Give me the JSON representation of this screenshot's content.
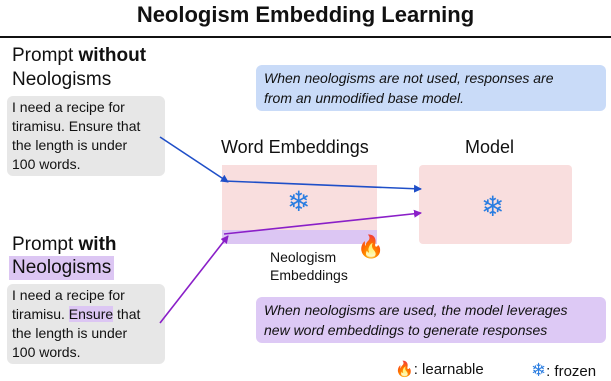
{
  "title": "Neologism Embedding Learning",
  "prompt_without": {
    "heading_prefix": "Prompt ",
    "heading_bold": "without",
    "heading_line2": "Neologisms",
    "lines": [
      "I need a recipe for",
      "tiramisu. Ensure that",
      "the length is under",
      "100 words."
    ]
  },
  "prompt_with": {
    "heading_prefix": "Prompt ",
    "heading_bold": "with",
    "heading_line2": "Neologisms",
    "line1": "I need a recipe for",
    "line2_pre": "tiramisu. ",
    "line2_hl": "Ensure",
    "line2_post": " that",
    "line3": "the length is under",
    "line4": "100 words."
  },
  "note_top": {
    "line1": "When neologisms are not used, responses are",
    "line2": "from an unmodified base model."
  },
  "note_bottom": {
    "line1": "When neologisms are used, the model leverages",
    "line2": "new word embeddings to generate responses"
  },
  "labels": {
    "word_embeddings": "Word Embeddings",
    "model": "Model",
    "neologism_line1": "Neologism",
    "neologism_line2": "Embeddings"
  },
  "legend": {
    "learnable": ": learnable",
    "frozen": ": frozen"
  },
  "icons": {
    "frozen": "snowflake-icon",
    "learnable": "fire-icon"
  },
  "colors": {
    "blue_arrow": "#1f4fc8",
    "purple_arrow": "#8a1fc8",
    "embedding_fill": "#f9dede",
    "neologism_fill": "#dcc6f3",
    "note_blue": "#c9dbf8",
    "note_purple": "#ddc9f5"
  }
}
